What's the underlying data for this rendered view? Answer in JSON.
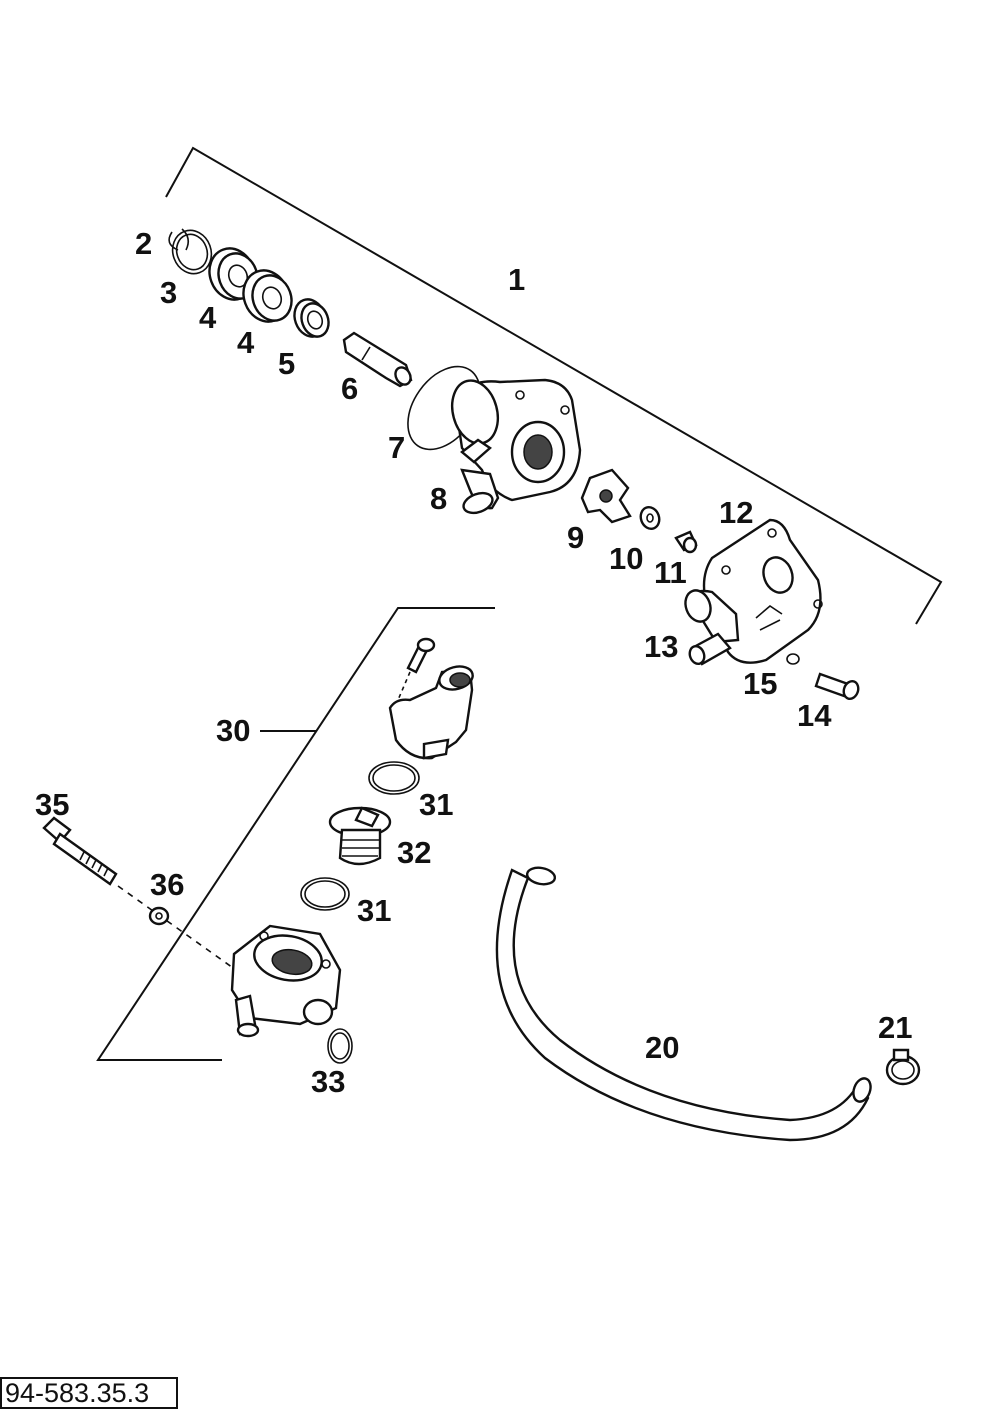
{
  "drawing_number": "94-583.35.3",
  "callouts": [
    "1",
    "2",
    "3",
    "4",
    "4",
    "5",
    "6",
    "7",
    "8",
    "9",
    "10",
    "11",
    "12",
    "13",
    "14",
    "15",
    "20",
    "21",
    "30",
    "31",
    "31",
    "32",
    "33",
    "35",
    "36"
  ]
}
